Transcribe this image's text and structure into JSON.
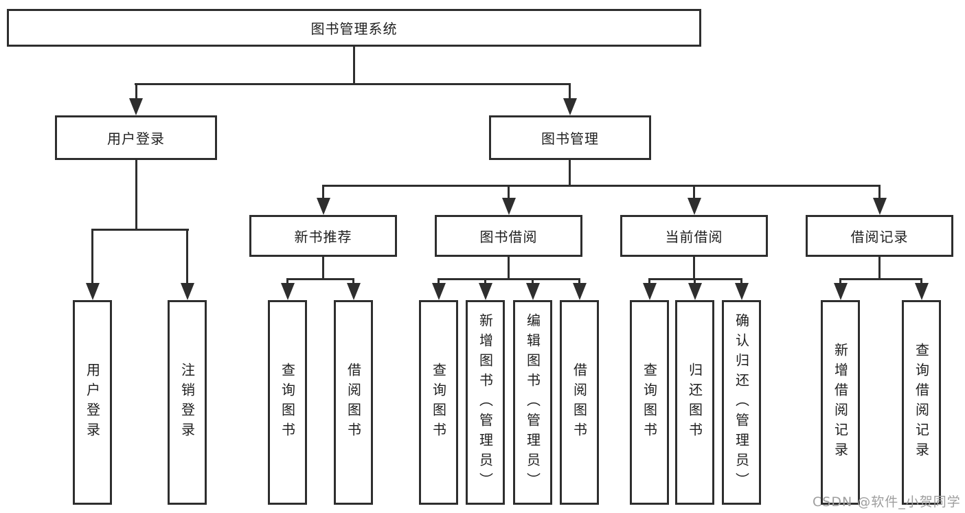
{
  "tree": {
    "label": "图书管理系统",
    "children": [
      {
        "label": "用户登录",
        "children": [
          {
            "label": "用户登录"
          },
          {
            "label": "注销登录"
          }
        ]
      },
      {
        "label": "图书管理",
        "children": [
          {
            "label": "新书推荐",
            "children": [
              {
                "label": "查询图书"
              },
              {
                "label": "借阅图书"
              }
            ]
          },
          {
            "label": "图书借阅",
            "children": [
              {
                "label": "查询图书"
              },
              {
                "label": "新增图书（管理员）"
              },
              {
                "label": "编辑图书（管理员）"
              },
              {
                "label": "借阅图书"
              }
            ]
          },
          {
            "label": "当前借阅",
            "children": [
              {
                "label": "查询图书"
              },
              {
                "label": "归还图书"
              },
              {
                "label": "确认归还（管理员）"
              }
            ]
          },
          {
            "label": "借阅记录",
            "children": [
              {
                "label": "新增借阅记录"
              },
              {
                "label": "查询借阅记录"
              }
            ]
          }
        ]
      }
    ]
  },
  "watermark": "CSDN @软件_小贺同学",
  "colors": {
    "line": "#2e2e2e",
    "text": "#1f1f1f",
    "watermark": "#9e9e9e",
    "background": "#ffffff"
  }
}
